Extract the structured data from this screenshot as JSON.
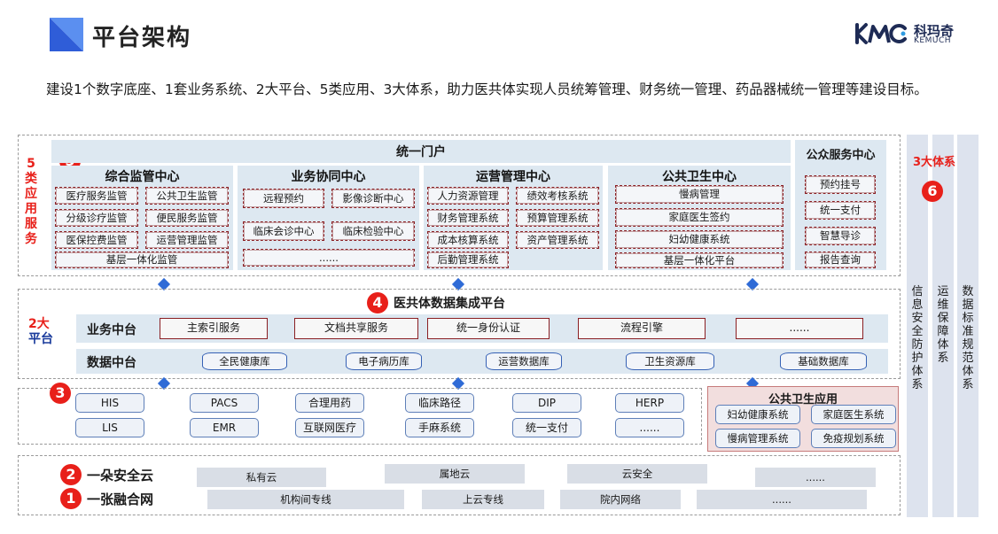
{
  "header": {
    "title": "平台架构",
    "logo_cn": "科玛奇",
    "logo_en": "KEMUCH",
    "logo_mark": "KMC"
  },
  "intro": "建设1个数字底座、1套业务系统、2大平台、5类应用、3大体系，助力医共体实现人员统筹管理、财务统一管理、药品器械统一管理等建设目标。",
  "apps": {
    "section_label": "5类应用服务",
    "num": "5",
    "portal": "统一门户",
    "public_service": {
      "title": "公众服务中心",
      "items": [
        "预约挂号",
        "统一支付",
        "智慧导诊",
        "报告查询"
      ]
    },
    "centers": [
      {
        "title": "综合监管中心",
        "items": [
          "医疗服务监管",
          "公共卫生监管",
          "分级诊疗监管",
          "便民服务监管",
          "医保控费监管",
          "运营管理监管"
        ],
        "wide": "基层一体化监管"
      },
      {
        "title": "业务协同中心",
        "items": [
          "远程预约",
          "影像诊断中心",
          "临床会诊中心",
          "临床检验中心"
        ],
        "wide": "......"
      },
      {
        "title": "运营管理中心",
        "items": [
          "人力资源管理",
          "绩效考核系统",
          "财务管理系统",
          "预算管理系统",
          "成本核算系统",
          "资产管理系统"
        ],
        "wide": "后勤管理系统"
      },
      {
        "title": "公共卫生中心",
        "items": [
          "慢病管理",
          "家庭医生签约",
          "妇幼健康系统",
          "基层一体化平台"
        ]
      }
    ]
  },
  "platform": {
    "label_num": "2大",
    "label": "平台",
    "num": "4",
    "title": "医共体数据集成平台",
    "biz": {
      "label": "业务中台",
      "items": [
        "主索引服务",
        "文档共享服务",
        "统一身份认证",
        "流程引擎",
        "......"
      ]
    },
    "data": {
      "label": "数据中台",
      "items": [
        "全民健康库",
        "电子病历库",
        "运营数据库",
        "卫生资源库",
        "基础数据库"
      ]
    }
  },
  "systems": {
    "num": "3",
    "row1": [
      "HIS",
      "PACS",
      "合理用药",
      "临床路径",
      "DIP",
      "HERP"
    ],
    "row2": [
      "LIS",
      "EMR",
      "互联网医疗",
      "手麻系统",
      "统一支付",
      "......"
    ],
    "public_health": {
      "title": "公共卫生应用",
      "items": [
        "妇幼健康系统",
        "家庭医生系统",
        "慢病管理系统",
        "免疫规划系统"
      ]
    }
  },
  "infra": {
    "cloud": {
      "num": "2",
      "label": "一朵安全云",
      "items": [
        "私有云",
        "属地云",
        "云安全",
        "......"
      ]
    },
    "net": {
      "num": "1",
      "label": "一张融合网",
      "items": [
        "机构间专线",
        "上云专线",
        "院内网络",
        "......"
      ]
    }
  },
  "systems3": {
    "num": "6",
    "title": "3大体系",
    "items": [
      "信息安全防护体系",
      "运维保障体系",
      "数据标准规范体系"
    ]
  },
  "colors": {
    "accent_red": "#e8201a",
    "brand_blue": "#2f5dd8",
    "panel_blue": "#dde8f1",
    "box_border": "#8a1f23"
  }
}
